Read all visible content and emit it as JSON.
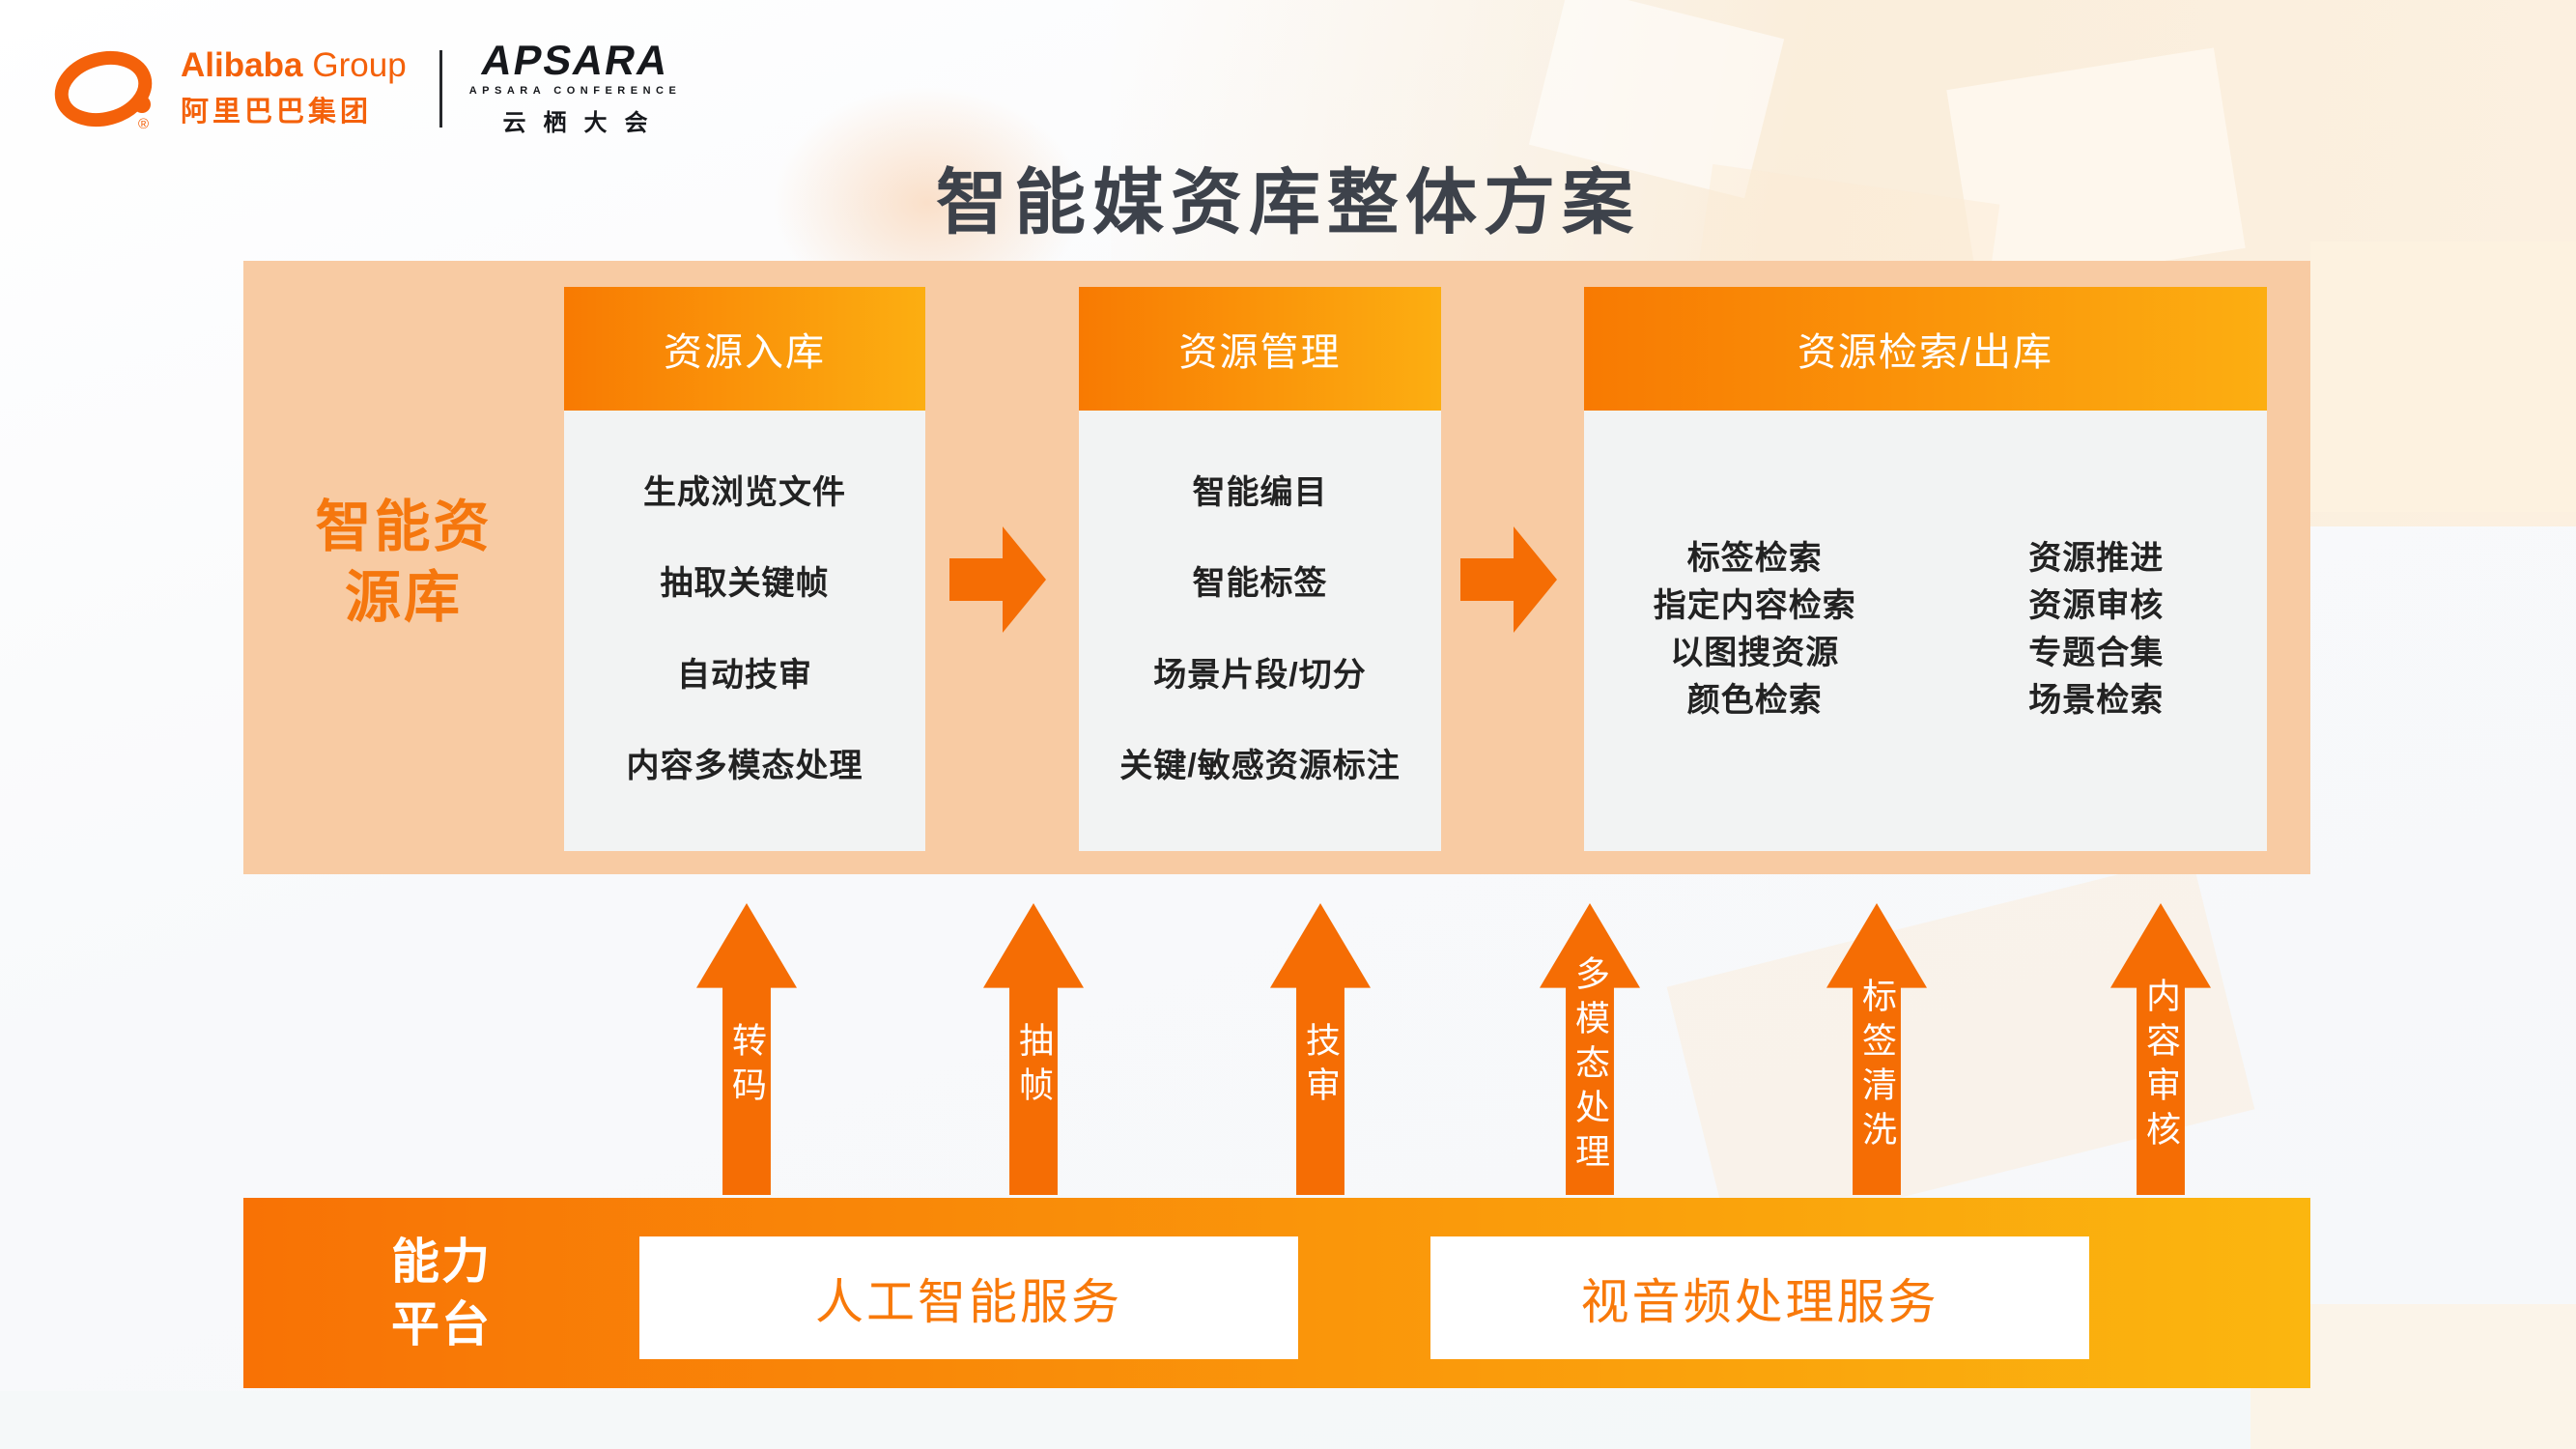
{
  "colors": {
    "accent_orange": "#F5700A",
    "panel_peach": "#F8CBA3",
    "header_gradient_start": "#F87A02",
    "header_gradient_end": "#FCAE11",
    "bar_gradient_start": "#F87205",
    "bar_gradient_end": "#FBB60F",
    "arrow_orange": "#F56D04",
    "title_color": "#3D424B",
    "item_text_color": "#222222",
    "alibaba_orange": "#F4610A",
    "apsara_black": "#16181C"
  },
  "brand": {
    "alibaba_bold": "Alibaba",
    "alibaba_light": "Group",
    "alibaba_cn": "阿里巴巴集团",
    "registered": "®",
    "apsara_title": "APSARA",
    "apsara_subtitle": "APSARA CONFERENCE",
    "apsara_cn": "云栖大会"
  },
  "title": "智能媒资库整体方案",
  "library": {
    "label_lines": [
      "智能资",
      "源库"
    ],
    "boxes": [
      {
        "header": "资源入库",
        "items": [
          "生成浏览文件",
          "抽取关键帧",
          "自动技审",
          "内容多模态处理"
        ]
      },
      {
        "header": "资源管理",
        "items": [
          "智能编目",
          "智能标签",
          "场景片段/切分",
          "关键/敏感资源标注"
        ]
      },
      {
        "header": "资源检索/出库",
        "col_left": [
          "标签检索",
          "指定内容检索",
          "以图搜资源",
          "颜色检索"
        ],
        "col_right": [
          "资源推进",
          "资源审核",
          "专题合集",
          "场景检索"
        ]
      }
    ]
  },
  "capability_arrows": [
    "转码",
    "抽帧",
    "技审",
    "多模态处理",
    "标签清洗",
    "内容审核"
  ],
  "platform": {
    "label_lines": [
      "能力",
      "平台"
    ],
    "services": [
      "人工智能服务",
      "视音频处理服务"
    ]
  }
}
